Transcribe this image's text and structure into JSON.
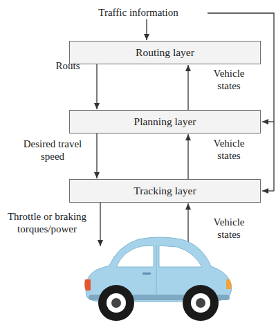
{
  "diagram": {
    "nodes": [
      {
        "text": [
          "Routing layer"
        ]
      },
      {
        "text": [
          "Planning layer"
        ]
      },
      {
        "text": [
          "Tracking layer"
        ]
      }
    ],
    "edges": [
      {
        "from": 0,
        "to": 1,
        "arrow": "to",
        "label": "Routs"
      },
      {
        "from": 1,
        "to": 0,
        "arrow": "to",
        "label": "Vehicle states"
      },
      {
        "from": 1,
        "to": 2,
        "arrow": "to",
        "label": "Desired travel speed"
      },
      {
        "from": 2,
        "to": 1,
        "arrow": "to",
        "label": "Vehicle states"
      }
    ],
    "labels": [
      "Traffic information",
      "Throttle or braking torques/power",
      "Vehicle states"
    ]
  }
}
